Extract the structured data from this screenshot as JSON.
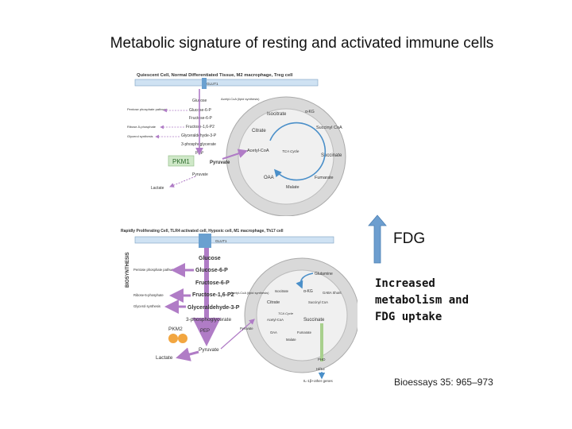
{
  "title": "Metabolic signature of resting and activated immune cells",
  "top_panel": {
    "header": "Quiescent Cell, Normal Differentiated Tissue, M2 macrophage, Treg cell",
    "glut": "GLUT1",
    "glucose": "Glucose",
    "acetyl_pepti": "Acetyl-CoA (lipid synthesis)",
    "glucose6p": "Glucose-6-P",
    "fructose6p": "Fructose-6-P",
    "fructose16p2": "Fructose-1,6-P2",
    "glyceraldehyde": "Glyceraldehyde-3-P",
    "phosphoglycerate": "3-phosphoglycerate",
    "pep": "PEP",
    "pyruvate_bold": "Pyruvate",
    "pkm1": "PKM1",
    "pyruvate": "Pyruvate",
    "lactate": "Lactate",
    "pentose": "Pentose phosphate pathway",
    "ribose": "Ribose-5-phosphate",
    "glycerol": "Glycerol synthesis",
    "isocitrate": "Isocitrate",
    "akg": "α-KG",
    "citrate": "Citrate",
    "succinylcoa": "Succinyl CoA",
    "tca": "TCA Cycle",
    "acetylcoa": "Acetyl-CoA",
    "succinate": "Succinate",
    "oaa": "OAA",
    "fumarate": "Fumarate",
    "malate": "Malate"
  },
  "bottom_panel": {
    "header": "Rapidly Proliferating Cell, TLR4 activated cell, Hypoxic cell, M1 macrophage, Th17 cell",
    "glut": "GLUT1",
    "biosynthesis": "BIOSYNTHESIS",
    "glucose": "Glucose",
    "glucose6p": "Glucose-6-P",
    "fructose6p": "Fructose-6-P",
    "fructose16p2": "Fructose-1,6-P2",
    "glyceraldehyde": "Glyceraldehyde-3-P",
    "phosphoglycerate": "3-phosphoglycerate",
    "pep": "PEP",
    "pkm2": "PKM2",
    "pyruvate": "Pyruvate",
    "lactate": "Lactate",
    "pentose": "Pentose phosphate pathway",
    "ribose": "Ribose-5-phosphate",
    "glycerol": "Glycerol synthesis",
    "acetyl": "Acetyl-CoA (lipid synthesis)",
    "glutamine": "Glutamine",
    "isocitrate": "Isocitrate",
    "akg": "α-KG",
    "gaba": "GABA Shunt",
    "citrate": "Citrate",
    "succinylcoa": "Succinyl CoA",
    "tca": "TCA Cycle",
    "acetylcoa": "Acetyl-CoA",
    "succinate": "Succinate",
    "pyruvate_mito": "Pyruvate",
    "oaa": "OAA",
    "fumarate": "Fumarate",
    "malate": "Malate",
    "phd": "PHD",
    "hif": "Hif1α",
    "il1b": "IL-1β+other genes"
  },
  "fdg": "FDG",
  "increased": [
    "Increased",
    "metabolism and",
    "FDG uptake"
  ],
  "citation": "Bioessays 35: 965–973",
  "colors": {
    "arrow_purple": "#b07cc6",
    "arrow_blue": "#4a8fc9",
    "mito_fill": "#d9d9d9",
    "pkm1_fill": "#cfe8c8",
    "pkm2_orange": "#f2a640"
  }
}
